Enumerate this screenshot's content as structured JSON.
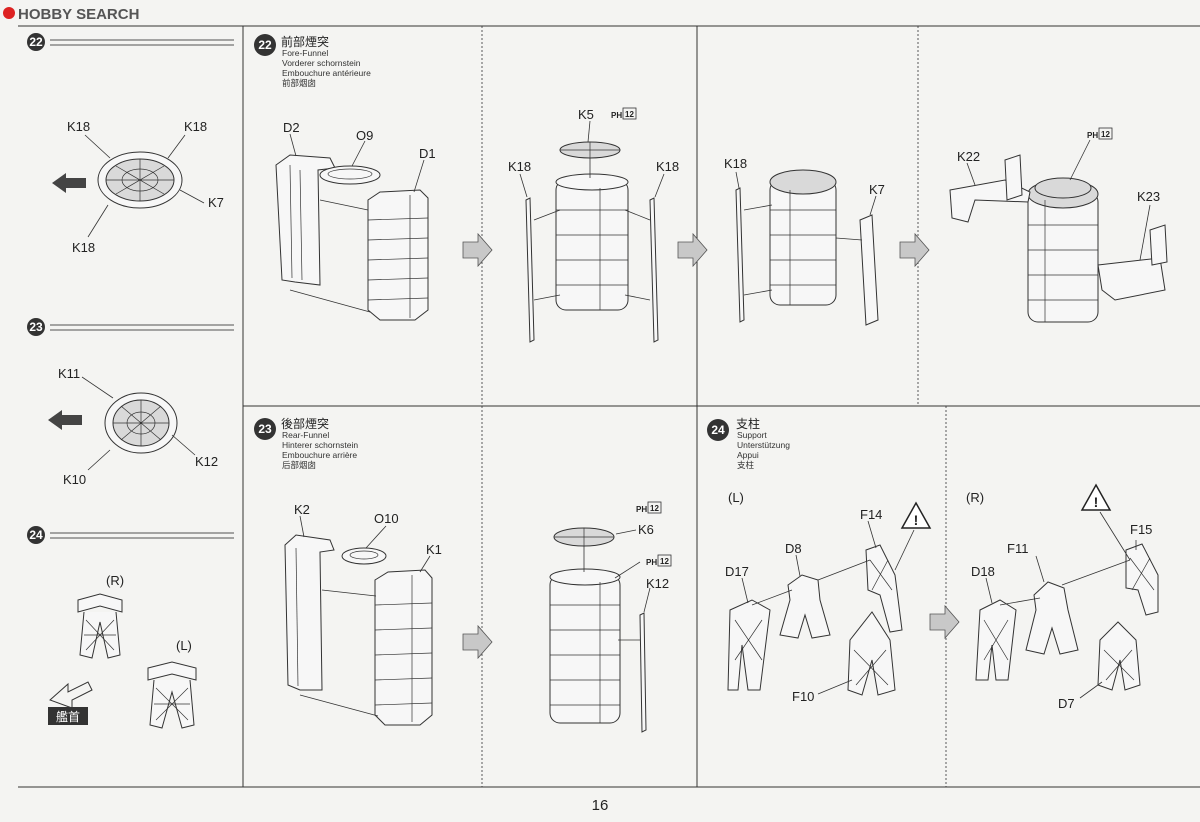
{
  "logo": {
    "brand": "HOBBY SEARCH"
  },
  "page_number": "16",
  "sidebar": {
    "steps": [
      {
        "num": "22",
        "labels": [
          "K18",
          "K18",
          "K7",
          "K18"
        ]
      },
      {
        "num": "23",
        "labels": [
          "K11",
          "K12",
          "K10"
        ]
      },
      {
        "num": "24",
        "labels": [
          "(R)",
          "(L)"
        ],
        "bow_label": "艦首"
      }
    ]
  },
  "step22": {
    "num": "22",
    "title_jp": "前部煙突",
    "subtitles": [
      "Fore-Funnel",
      "Vorderer schornstein",
      "Embouchure antérieure",
      "前部烟囱"
    ],
    "panel1_labels": [
      "D2",
      "O9",
      "D1"
    ],
    "panel2_labels": [
      "K5",
      "K18",
      "K18"
    ],
    "panel3_labels": [
      "K18",
      "K7"
    ],
    "panel4_labels": [
      "K22",
      "K23"
    ],
    "ph_code": "PH",
    "ph_num": "12"
  },
  "step23": {
    "num": "23",
    "title_jp": "後部煙突",
    "subtitles": [
      "Rear-Funnel",
      "Hinterer schornstein",
      "Embouchure arrière",
      "后部烟囱"
    ],
    "panel1_labels": [
      "K2",
      "O10",
      "K1"
    ],
    "panel2_labels": [
      "K6",
      "K12"
    ],
    "ph_code": "PH",
    "ph_num": "12"
  },
  "step24": {
    "num": "24",
    "title_jp": "支柱",
    "subtitles": [
      "Support",
      "Unterstützung",
      "Appui",
      "支柱"
    ],
    "left_side": {
      "side": "(L)",
      "labels": [
        "F14",
        "D8",
        "D17",
        "F10"
      ]
    },
    "right_side": {
      "side": "(R)",
      "labels": [
        "F11",
        "F15",
        "D18",
        "D7"
      ]
    }
  }
}
